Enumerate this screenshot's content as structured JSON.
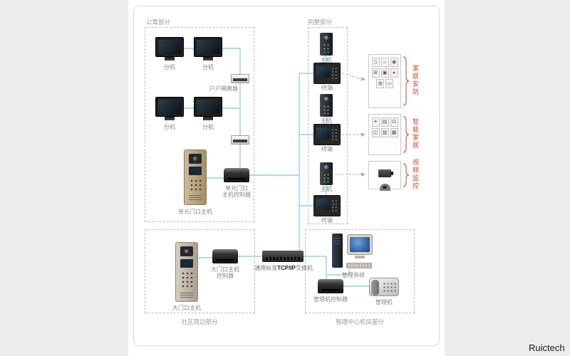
{
  "watermark": "Ruictech",
  "colors": {
    "wire": "#92d2e2",
    "arrow": "#b0b0b0",
    "accent_red": "#c44536"
  },
  "sections": {
    "apartment": "公寓部分",
    "villa": "别墅部分",
    "community": "社区周边部分",
    "management": "管理中心机房部分"
  },
  "apartment": {
    "monitor_labels": [
      "分机",
      "分机",
      "分机",
      "分机"
    ],
    "isolator_label": "户户隔离器",
    "door_station_label": "单元门口主机",
    "controller_label_line1": "单元门口",
    "controller_label_line2": "主机控制器"
  },
  "villa": {
    "pairs": [
      {
        "host": "主机",
        "terminal": "终端"
      },
      {
        "host": "主机",
        "terminal": "终端"
      },
      {
        "host": "主机",
        "terminal": "终端"
      }
    ],
    "accessory_boxes": [
      {
        "label": "家居安防",
        "icons": [
          {
            "name": "door-magnet",
            "glyph": "▯"
          },
          {
            "name": "alarm-host",
            "glyph": "⌂"
          },
          {
            "name": "pir-detector",
            "glyph": "◉"
          },
          {
            "name": "keypad",
            "glyph": "⊞"
          },
          {
            "name": "gas-detector",
            "glyph": "▣"
          },
          {
            "name": "emergency-button",
            "glyph": "●"
          },
          {
            "name": "smoke-detector",
            "glyph": "◍"
          },
          {
            "name": "window-sensor",
            "glyph": "▭"
          }
        ]
      },
      {
        "label": "智能家居",
        "icons": [
          {
            "name": "light-bulb",
            "glyph": "☀"
          },
          {
            "name": "wall-switch",
            "glyph": "▤"
          },
          {
            "name": "power-socket",
            "glyph": "⊡"
          },
          {
            "name": "dimmer-panel",
            "glyph": "◫"
          },
          {
            "name": "curtain-control",
            "glyph": "▥"
          },
          {
            "name": "scene-panel",
            "glyph": "▦"
          }
        ]
      },
      {
        "label": "视频监控",
        "icons": [
          {
            "name": "bullet-camera",
            "glyph": ""
          },
          {
            "name": "dome-camera",
            "glyph": ""
          }
        ]
      }
    ]
  },
  "community": {
    "gate_station_label": "大门口主机",
    "controller_label_line1": "大门口主机",
    "controller_label_line2": "控制器"
  },
  "management": {
    "computer_label": "管理系统",
    "controller_label": "管理机控制器",
    "phone_label": "管理机"
  },
  "switch": {
    "prefix": "通用标准",
    "mid": "TCP/IP",
    "suffix": "交换机"
  }
}
